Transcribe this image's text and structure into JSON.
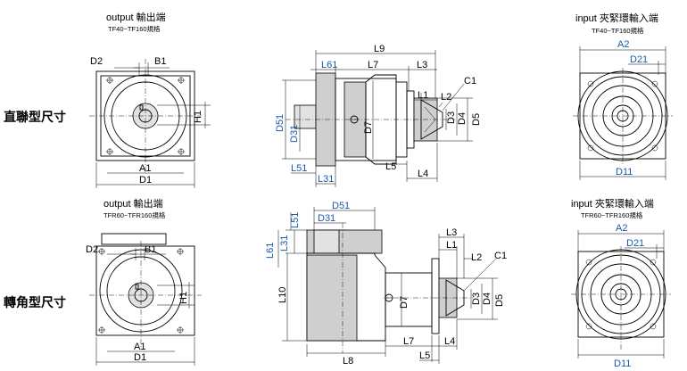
{
  "labels": {
    "side_straight": "直聯型尺寸",
    "side_angle": "轉角型尺寸",
    "output_title": "output 輸出端",
    "input_title": "input 夾緊環輸入端",
    "spec_tf": "TF40~TF160規格",
    "spec_tfr": "TFR60~TFR160規格"
  },
  "dims": {
    "D2": "D2",
    "B1": "B1",
    "H1": "H1",
    "A1": "A1",
    "D1": "D1",
    "L9": "L9",
    "L61": "L61",
    "L7": "L7",
    "L3": "L3",
    "C1": "C1",
    "L1": "L1",
    "L2": "L2",
    "D3": "D3",
    "D4": "D4",
    "D5": "D5",
    "D51": "D51",
    "D31": "D31",
    "D7": "D7",
    "L51": "L51",
    "L31": "L31",
    "L5": "L5",
    "L4": "L4",
    "A2": "A2",
    "D21": "D21",
    "D11": "D11",
    "L10": "L10",
    "L8": "L8"
  },
  "colors": {
    "accent_blue": "#1a5aa8",
    "line": "#000000",
    "shade": "#cfcfcf"
  }
}
